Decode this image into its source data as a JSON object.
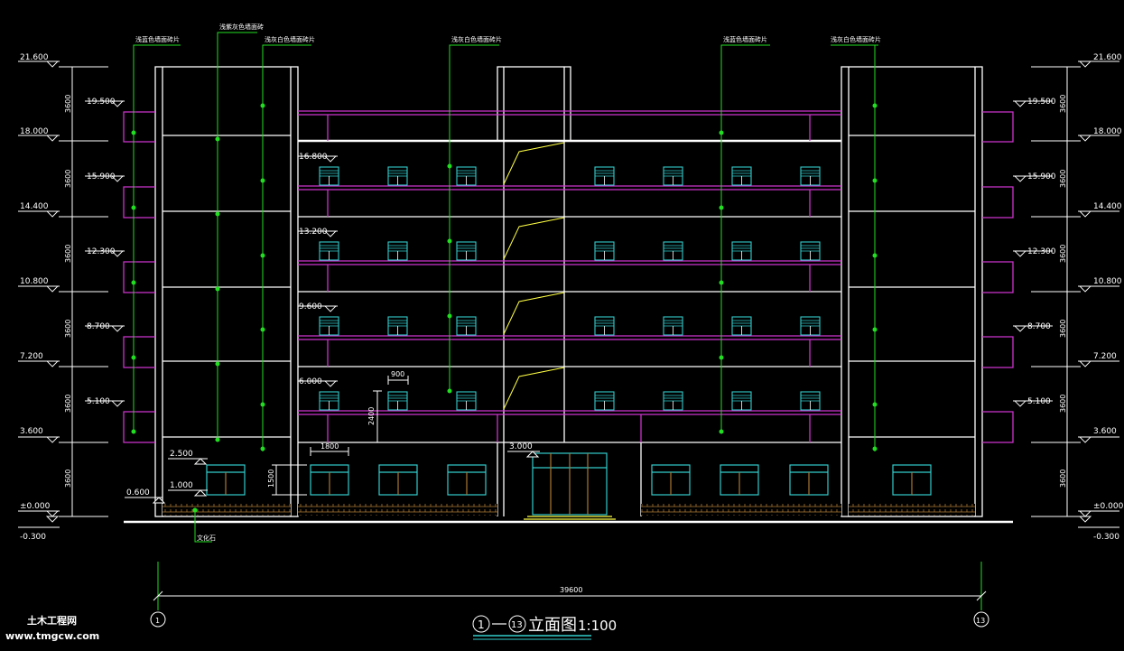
{
  "drawing": {
    "title_axes": [
      "1",
      "13"
    ],
    "title_text": "立面图",
    "title_scale": "1:100",
    "total_dimension": "39600",
    "axis_left": "1",
    "axis_right": "13"
  },
  "levels_left": [
    "21.600",
    "18.000",
    "14.400",
    "10.800",
    "7.200",
    "3.600",
    "±0.000",
    "-0.300"
  ],
  "levels_right": [
    "21.600",
    "18.000",
    "14.400",
    "10.800",
    "7.200",
    "3.600",
    "±0.000",
    "-0.300"
  ],
  "sub_levels_left": [
    "19.500",
    "15.900",
    "12.300",
    "8.700",
    "5.100"
  ],
  "sub_levels_right": [
    "19.500",
    "15.900",
    "12.300",
    "8.700",
    "5.100"
  ],
  "floor_dims_left": [
    "3600",
    "3600",
    "3600",
    "3600",
    "3600",
    "3600"
  ],
  "floor_dims_right": [
    "3600",
    "3600",
    "3600",
    "3600",
    "3600",
    "3600"
  ],
  "window_sill_levels": [
    "16.800",
    "13.200",
    "9.600",
    "6.000"
  ],
  "other_levels": {
    "l_0600": "0.600",
    "l_2500": "2.500",
    "l_1000": "1.000",
    "l_3000": "3.000"
  },
  "dims": {
    "d900": "900",
    "d2400": "2400",
    "d1800": "1800",
    "d1500": "1500"
  },
  "notes": {
    "n1": "浅蓝色墙面砖片",
    "n2": "浅紫灰色墙面砖",
    "n3": "浅灰白色墙面砖片",
    "n4": "浅灰白色墙面砖片",
    "n5": "浅蓝色墙面砖片",
    "n6": "浅灰白色墙面砖片",
    "n7": "文化石"
  },
  "watermark": {
    "line1": "土木工程网",
    "line2": "www.tmgcw.com"
  },
  "colors": {
    "outline": "#ffffff",
    "slab": "#cc33cc",
    "leader": "#22dd22",
    "window": "#33cccc",
    "stair": "#ffff44",
    "base": "#aa7733"
  }
}
